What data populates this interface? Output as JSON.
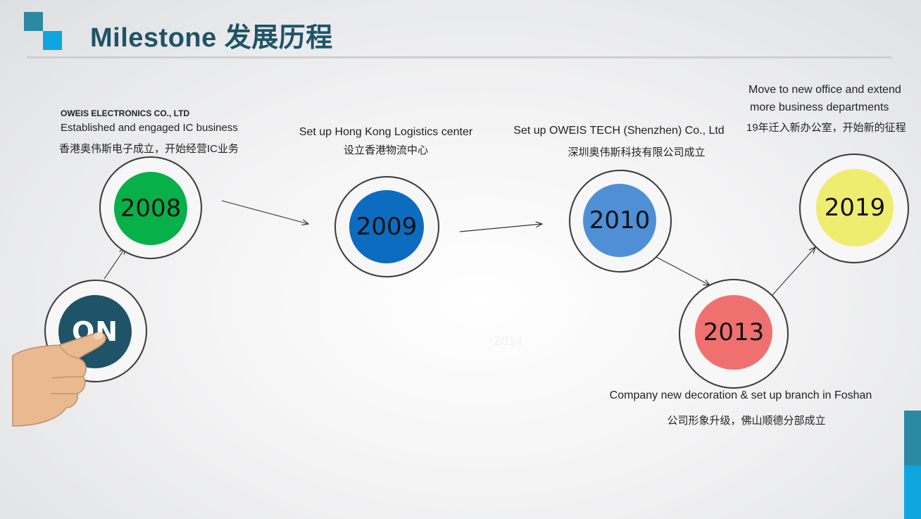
{
  "header": {
    "title": "Milestone 发展历程"
  },
  "colors": {
    "title": "#1f5367",
    "logo_teal": "#2a8aa3",
    "logo_blue": "#0fa6e0",
    "year_2008": "#08b04a",
    "year_2009": "#0c6cbf",
    "year_2010": "#4f8fd6",
    "year_2013": "#f07070",
    "year_2019": "#eeed6f",
    "on_button": "#1f5367"
  },
  "start_button": {
    "label": "ON"
  },
  "milestones": [
    {
      "year": "2008",
      "company": "OWEIS ELECTRONICS CO., LTD",
      "text_en": "Established and engaged IC business",
      "text_cn": "香港奥伟斯电子成立，开始经营IC业务"
    },
    {
      "year": "2009",
      "text_en": "Set up Hong Kong Logistics center",
      "text_cn": "设立香港物流中心"
    },
    {
      "year": "2010",
      "text_en": "Set up OWEIS TECH (Shenzhen) Co., Ltd",
      "text_cn": "深圳奥伟斯科技有限公司成立"
    },
    {
      "year": "2013",
      "text_en": "Company new decoration & set up branch in Foshan",
      "text_cn": "公司形象升级，佛山顺德分部成立"
    },
    {
      "year": "2019",
      "text_en_1": "Move to new office and extend",
      "text_en_2": "more business departments",
      "text_cn": "19年迁入新办公室，开始新的征程"
    }
  ],
  "faint_year": "2014",
  "icons": [
    "logo-squares-icon",
    "pointing-hand-icon",
    "arrow-icon"
  ]
}
